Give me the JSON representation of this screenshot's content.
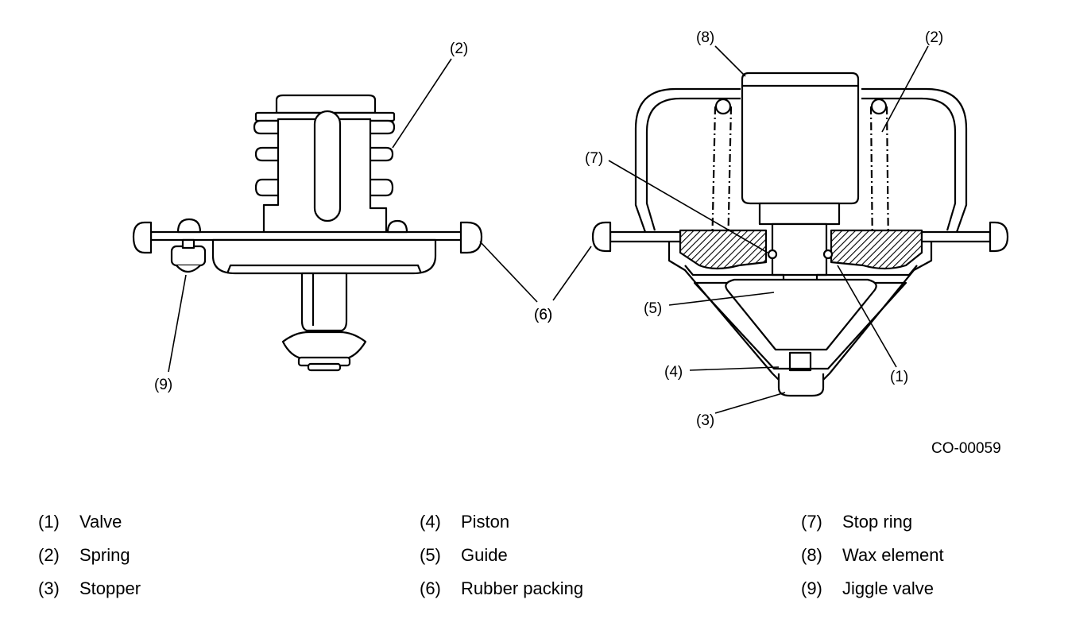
{
  "callouts": {
    "left_spring": "(2)",
    "left_packing": "(6)",
    "left_jiggle": "(9)",
    "right_wax": "(8)",
    "right_spring": "(2)",
    "right_stopring": "(7)",
    "right_packing": "(6)",
    "right_guide": "(5)",
    "right_piston": "(4)",
    "right_valve": "(1)",
    "right_stopper": "(3)"
  },
  "figure_id": "CO-00059",
  "legend": [
    {
      "num": "(1)",
      "label": "Valve"
    },
    {
      "num": "(2)",
      "label": "Spring"
    },
    {
      "num": "(3)",
      "label": "Stopper"
    },
    {
      "num": "(4)",
      "label": "Piston"
    },
    {
      "num": "(5)",
      "label": "Guide"
    },
    {
      "num": "(6)",
      "label": "Rubber packing"
    },
    {
      "num": "(7)",
      "label": "Stop ring"
    },
    {
      "num": "(8)",
      "label": "Wax element"
    },
    {
      "num": "(9)",
      "label": "Jiggle valve"
    }
  ]
}
